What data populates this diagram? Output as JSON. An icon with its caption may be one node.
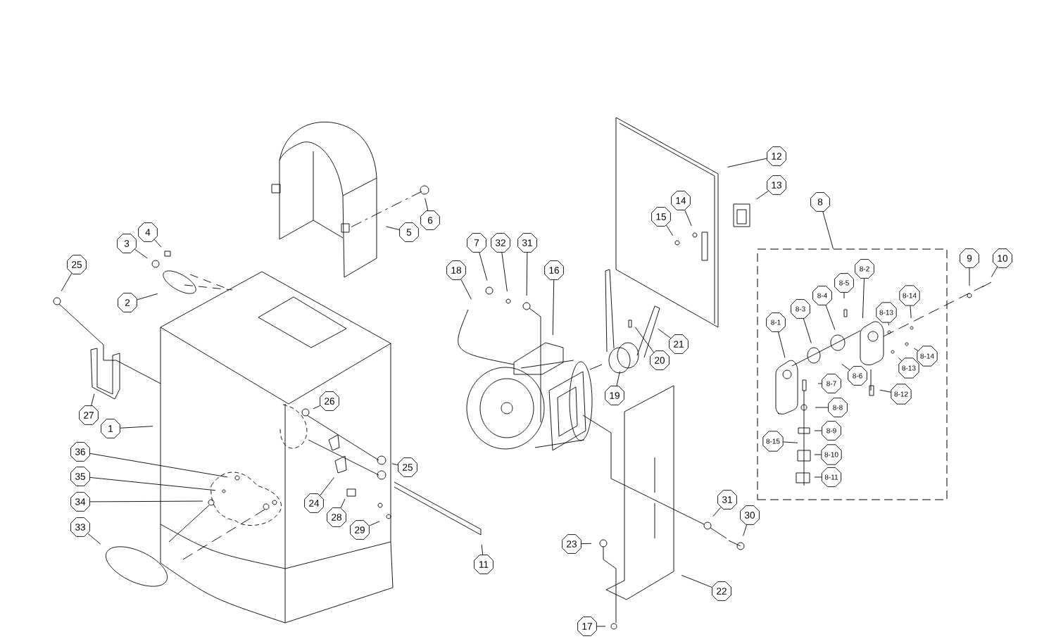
{
  "diagram": {
    "nodes": [
      {
        "text": [
          "1"
        ]
      },
      {
        "text": [
          "2"
        ]
      },
      {
        "text": [
          "3"
        ]
      },
      {
        "text": [
          "4"
        ]
      },
      {
        "text": [
          "25"
        ]
      },
      {
        "text": [
          "5"
        ]
      },
      {
        "text": [
          "6"
        ]
      },
      {
        "text": [
          "7"
        ]
      },
      {
        "text": [
          "32"
        ]
      },
      {
        "text": [
          "31"
        ]
      },
      {
        "text": [
          "18"
        ]
      },
      {
        "text": [
          "16"
        ]
      },
      {
        "text": [
          "12"
        ]
      },
      {
        "text": [
          "13"
        ]
      },
      {
        "text": [
          "14"
        ]
      },
      {
        "text": [
          "15"
        ]
      },
      {
        "text": [
          "8"
        ]
      },
      {
        "text": [],
        "shape": "box"
      },
      {
        "text": [
          "8-1"
        ],
        "in": 17
      },
      {
        "text": [
          "8-2"
        ],
        "in": 17
      },
      {
        "text": [
          "8-3"
        ],
        "in": 17
      },
      {
        "text": [
          "8-4"
        ],
        "in": 17
      },
      {
        "text": [
          "8-5"
        ],
        "in": 17
      },
      {
        "text": [
          "8-13"
        ],
        "in": 17
      },
      {
        "text": [
          "8-14"
        ],
        "in": 17
      },
      {
        "text": [
          "8-14"
        ],
        "in": 17
      },
      {
        "text": [
          "8-13"
        ],
        "in": 17
      },
      {
        "text": [
          "8-6"
        ],
        "in": 17
      },
      {
        "text": [
          "8-7"
        ],
        "in": 17
      },
      {
        "text": [
          "8-12"
        ],
        "in": 17
      },
      {
        "text": [
          "8-8"
        ],
        "in": 17
      },
      {
        "text": [
          "8-9"
        ],
        "in": 17
      },
      {
        "text": [
          "8-15"
        ],
        "in": 17
      },
      {
        "text": [
          "8-10"
        ],
        "in": 17
      },
      {
        "text": [
          "8-11"
        ],
        "in": 17
      },
      {
        "text": [
          "9"
        ]
      },
      {
        "text": [
          "10"
        ]
      },
      {
        "text": [
          "21"
        ]
      },
      {
        "text": [
          "20"
        ]
      },
      {
        "text": [
          "19"
        ]
      },
      {
        "text": [
          "22"
        ]
      },
      {
        "text": [
          "23"
        ]
      },
      {
        "text": [
          "17"
        ]
      },
      {
        "text": [
          "31"
        ]
      },
      {
        "text": [
          "30"
        ]
      },
      {
        "text": [
          "27"
        ]
      },
      {
        "text": [
          "26"
        ]
      },
      {
        "text": [
          "25"
        ]
      },
      {
        "text": [
          "24"
        ]
      },
      {
        "text": [
          "28"
        ]
      },
      {
        "text": [
          "29"
        ]
      },
      {
        "text": [
          "11"
        ]
      },
      {
        "text": [
          "36"
        ]
      },
      {
        "text": [
          "35"
        ]
      },
      {
        "text": [
          "34"
        ]
      },
      {
        "text": [
          "33"
        ]
      }
    ],
    "edges": [
      {
        "from": 0,
        "to": null,
        "arrow": "none"
      },
      {
        "from": 1,
        "to": null,
        "arrow": "none"
      },
      {
        "from": 2,
        "to": null,
        "arrow": "none"
      },
      {
        "from": 3,
        "to": null,
        "arrow": "none"
      },
      {
        "from": 4,
        "to": null,
        "arrow": "none"
      },
      {
        "from": 5,
        "to": null,
        "arrow": "none"
      },
      {
        "from": 6,
        "to": null,
        "arrow": "none"
      },
      {
        "from": 7,
        "to": null,
        "arrow": "none"
      },
      {
        "from": 8,
        "to": null,
        "arrow": "none"
      },
      {
        "from": 9,
        "to": null,
        "arrow": "none"
      },
      {
        "from": 10,
        "to": null,
        "arrow": "none"
      },
      {
        "from": 11,
        "to": null,
        "arrow": "none"
      },
      {
        "from": 12,
        "to": null,
        "arrow": "none"
      },
      {
        "from": 13,
        "to": null,
        "arrow": "none"
      },
      {
        "from": 14,
        "to": null,
        "arrow": "none"
      },
      {
        "from": 15,
        "to": null,
        "arrow": "none"
      },
      {
        "from": 16,
        "to": 17,
        "arrow": "none"
      },
      {
        "from": 18,
        "to": null,
        "arrow": "none"
      },
      {
        "from": 19,
        "to": null,
        "arrow": "none"
      },
      {
        "from": 20,
        "to": null,
        "arrow": "none"
      },
      {
        "from": 21,
        "to": null,
        "arrow": "none"
      },
      {
        "from": 22,
        "to": null,
        "arrow": "none"
      },
      {
        "from": 23,
        "to": null,
        "arrow": "none"
      },
      {
        "from": 24,
        "to": null,
        "arrow": "none"
      },
      {
        "from": 25,
        "to": null,
        "arrow": "none"
      },
      {
        "from": 26,
        "to": null,
        "arrow": "none"
      },
      {
        "from": 27,
        "to": null,
        "arrow": "none"
      },
      {
        "from": 28,
        "to": null,
        "arrow": "none"
      },
      {
        "from": 29,
        "to": null,
        "arrow": "none"
      },
      {
        "from": 30,
        "to": null,
        "arrow": "none"
      },
      {
        "from": 31,
        "to": null,
        "arrow": "none"
      },
      {
        "from": 32,
        "to": null,
        "arrow": "none"
      },
      {
        "from": 33,
        "to": null,
        "arrow": "none"
      },
      {
        "from": 34,
        "to": null,
        "arrow": "none"
      },
      {
        "from": 35,
        "to": null,
        "arrow": "none"
      },
      {
        "from": 36,
        "to": null,
        "arrow": "none"
      },
      {
        "from": 37,
        "to": null,
        "arrow": "none"
      },
      {
        "from": 38,
        "to": null,
        "arrow": "none"
      },
      {
        "from": 39,
        "to": null,
        "arrow": "none"
      },
      {
        "from": 40,
        "to": null,
        "arrow": "none"
      },
      {
        "from": 41,
        "to": null,
        "arrow": "none"
      },
      {
        "from": 42,
        "to": null,
        "arrow": "none"
      },
      {
        "from": 43,
        "to": null,
        "arrow": "none"
      },
      {
        "from": 44,
        "to": null,
        "arrow": "none"
      },
      {
        "from": 45,
        "to": null,
        "arrow": "none"
      },
      {
        "from": 46,
        "to": null,
        "arrow": "none"
      },
      {
        "from": 47,
        "to": null,
        "arrow": "none"
      },
      {
        "from": 48,
        "to": null,
        "arrow": "none"
      },
      {
        "from": 49,
        "to": null,
        "arrow": "none"
      },
      {
        "from": 50,
        "to": null,
        "arrow": "none"
      },
      {
        "from": 51,
        "to": null,
        "arrow": "none"
      },
      {
        "from": 52,
        "to": null,
        "arrow": "none"
      },
      {
        "from": 53,
        "to": null,
        "arrow": "none"
      },
      {
        "from": 54,
        "to": null,
        "arrow": "none"
      },
      {
        "from": 55,
        "to": null,
        "arrow": "none"
      }
    ]
  }
}
